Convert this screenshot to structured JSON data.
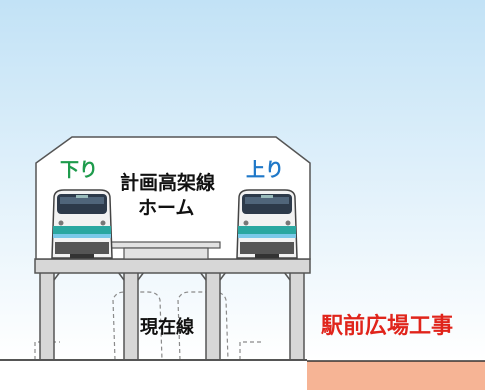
{
  "labels": {
    "down_track": "下り",
    "up_track": "上り",
    "platform_line1": "計画高架線",
    "platform_line2": "ホーム",
    "existing_line": "現在線",
    "plaza_work": "駅前広場工事"
  },
  "colors": {
    "down_track": "#1e9b4c",
    "up_track": "#1f78c8",
    "plaza_work": "#e0241b",
    "sky_top": "#c2e2f6",
    "sky_bottom": "#ffffff",
    "structure": "#d7d7d7",
    "structure_outline": "#555555",
    "plaza_ground": "#f6b495"
  },
  "icons": {
    "train_left": "train-front-icon",
    "train_right": "train-front-icon"
  }
}
